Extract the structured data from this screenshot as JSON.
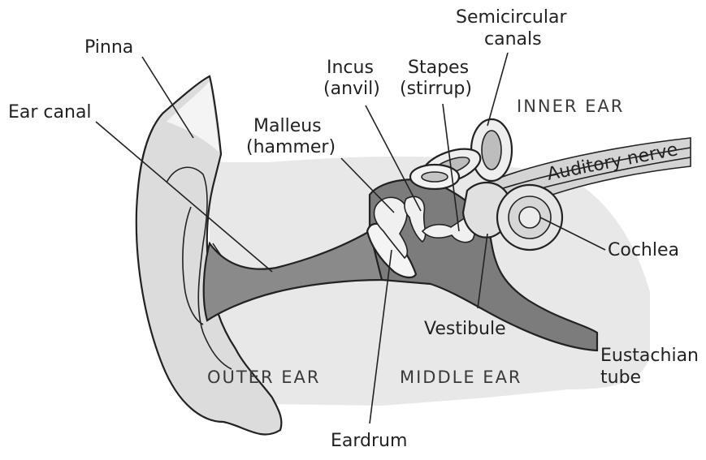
{
  "labels": {
    "pinna": "Pinna",
    "ear_canal": "Ear canal",
    "malleus_1": "Malleus",
    "malleus_2": "(hammer)",
    "incus_1": "Incus",
    "incus_2": "(anvil)",
    "stapes_1": "Stapes",
    "stapes_2": "(stirrup)",
    "semicircular_1": "Semicircular",
    "semicircular_2": "canals",
    "inner_ear": "INNER EAR",
    "auditory_nerve": "Auditory nerve",
    "cochlea": "Cochlea",
    "vestibule": "Vestibule",
    "eustachian_1": "Eustachian",
    "eustachian_2": "tube",
    "outer_ear": "OUTER EAR",
    "middle_ear": "MIDDLE EAR",
    "eardrum": "Eardrum"
  },
  "colors": {
    "background": "#ffffff",
    "tissue_light": "#e6e6e6",
    "pinna_fill": "#dedede",
    "canal_fill": "#8c8c8c",
    "cavity_fill": "#7a7a7a",
    "bone_fill": "#f2f2f2",
    "outline": "#222222"
  }
}
